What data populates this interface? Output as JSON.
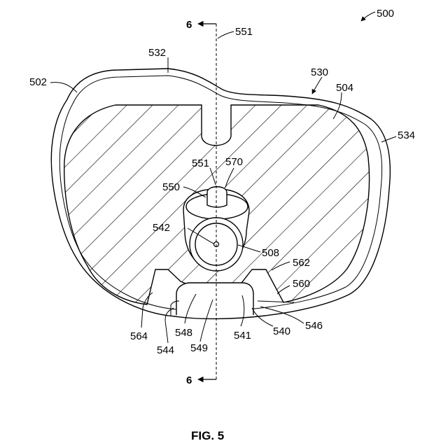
{
  "figure": {
    "caption": "FIG. 5",
    "section_marks": {
      "top": "6",
      "bottom": "6"
    },
    "labels": {
      "l500": "500",
      "l551a": "551",
      "l532": "532",
      "l530": "530",
      "l502": "502",
      "l504": "504",
      "l534": "534",
      "l551b": "551",
      "l570": "570",
      "l550": "550",
      "l542": "542",
      "l508": "508",
      "l562": "562",
      "l560": "560",
      "l564": "564",
      "l548": "548",
      "l541": "541",
      "l540": "540",
      "l546": "546",
      "l544": "544",
      "l549": "549"
    }
  }
}
